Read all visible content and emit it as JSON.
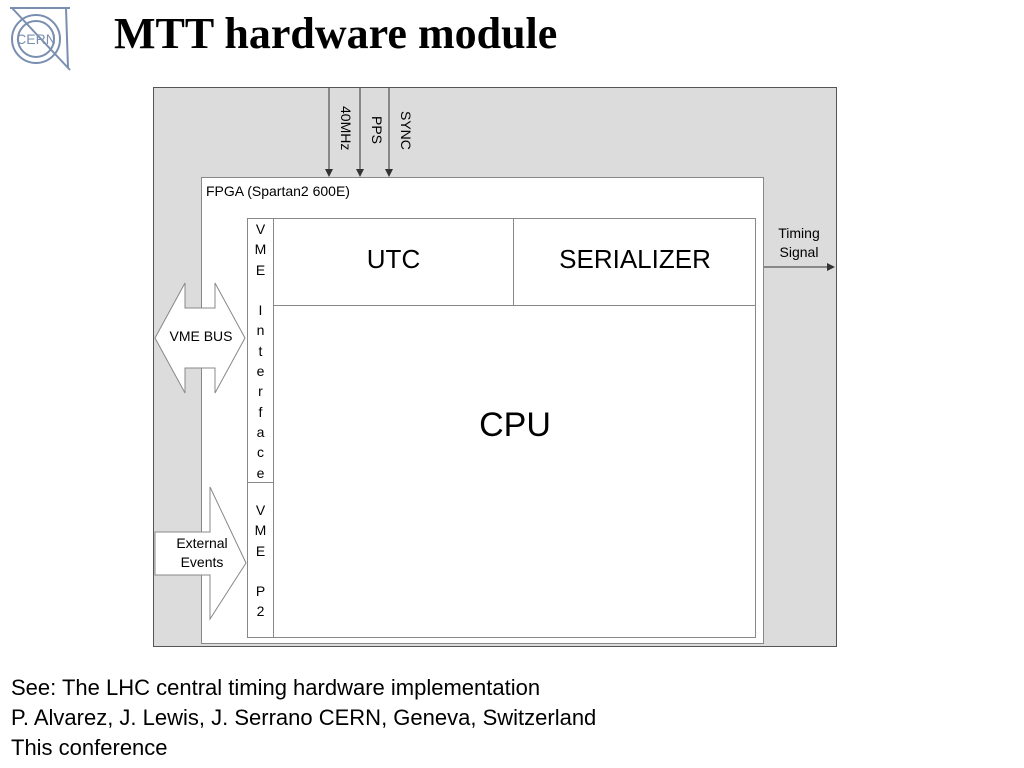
{
  "slide": {
    "title": "MTT hardware module",
    "logo_text": "CERN"
  },
  "diagram": {
    "fpga_label": "FPGA (Spartan2 600E)",
    "vme_interface": "V\nM\nE\n\nI\nn\nt\ne\nr\nf\na\nc\ne",
    "vme_p2": "V\nM\nE\n\nP\n2",
    "utc": "UTC",
    "serializer": "SERIALIZER",
    "cpu": "CPU",
    "timing_signal": "Timing\nSignal",
    "vme_bus": "VME BUS",
    "external_events": "External\nEvents",
    "inputs": {
      "clock_40mhz": "40MHz",
      "pps": "PPS",
      "sync": "SYNC"
    },
    "colors": {
      "outer_fill": "#dcdcdc",
      "logo": "#7a8fb0"
    }
  },
  "footer": {
    "line1": "See: The LHC central timing hardware implementation",
    "line2": "P. Alvarez, J. Lewis, J. Serrano CERN, Geneva, Switzerland",
    "line3": "This conference"
  }
}
